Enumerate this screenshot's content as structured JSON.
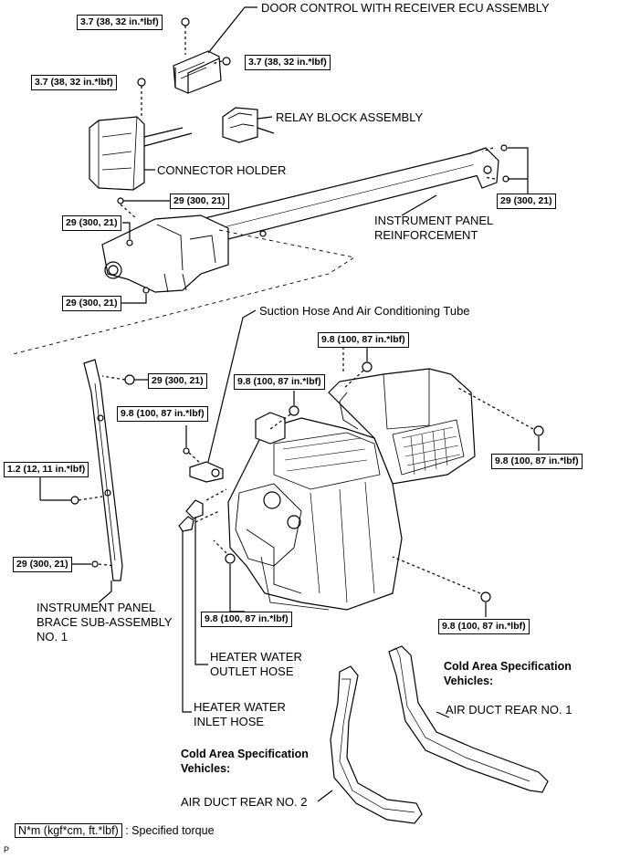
{
  "torque_specs": {
    "t_3_7_top": "3.7 (38, 32 in.*lbf)",
    "t_3_7_right": "3.7 (38, 32 in.*lbf)",
    "t_3_7_left": "3.7 (38, 32 in.*lbf)",
    "t_29_right": "29 (300, 21)",
    "t_29_center": "29 (300, 21)",
    "t_29_left": "29 (300, 21)",
    "t_29_bottom": "29 (300, 21)",
    "t_29_brace_top": "29 (300, 21)",
    "t_29_brace_bottom": "29 (300, 21)",
    "t_9_8_top": "9.8 (100, 87 in.*lbf)",
    "t_9_8_mid": "9.8 (100, 87 in.*lbf)",
    "t_9_8_left": "9.8 (100, 87 in.*lbf)",
    "t_9_8_right": "9.8 (100, 87 in.*lbf)",
    "t_9_8_lower_left": "9.8 (100, 87 in.*lbf)",
    "t_9_8_lower_right": "9.8 (100, 87 in.*lbf)",
    "t_1_2": "1.2 (12, 11 in.*lbf)"
  },
  "part_labels": {
    "door_control": "DOOR CONTROL WITH RECEIVER ECU ASSEMBLY",
    "relay_block": "RELAY BLOCK ASSEMBLY",
    "connector_holder": "CONNECTOR HOLDER",
    "ip_reinforcement_1": "INSTRUMENT PANEL",
    "ip_reinforcement_2": "REINFORCEMENT",
    "suction_hose": "Suction Hose And Air Conditioning Tube",
    "brace_1": "INSTRUMENT PANEL",
    "brace_2": "BRACE SUB-ASSEMBLY",
    "brace_3": "NO. 1",
    "outlet_hose_1": "HEATER WATER",
    "outlet_hose_2": "OUTLET HOSE",
    "inlet_hose_1": "HEATER WATER",
    "inlet_hose_2": "INLET HOSE",
    "duct_no1": "AIR DUCT REAR NO. 1",
    "duct_no2": "AIR DUCT REAR NO. 2"
  },
  "notes": {
    "cold_area_1_line1": "Cold Area Specification",
    "cold_area_1_line2": "Vehicles:",
    "cold_area_2_line1": "Cold Area Specification",
    "cold_area_2_line2": "Vehicles:"
  },
  "legend": {
    "unit_box": "N*m (kgf*cm, ft.*lbf)",
    "description": ": Specified torque"
  },
  "corner_mark": "P"
}
